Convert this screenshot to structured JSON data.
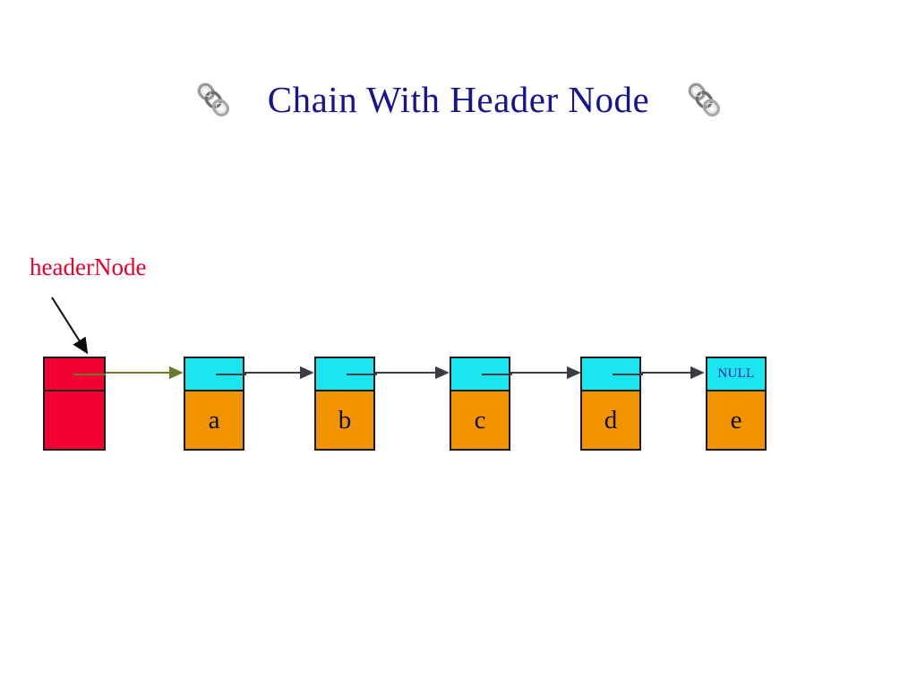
{
  "slide": {
    "title": "Chain With Header Node",
    "title_color": "#151590",
    "background": "#ffffff",
    "decorations": {
      "left_icon": "chain-link-icon",
      "right_icon": "chain-link-icon"
    }
  },
  "annotation": {
    "label": "headerNode",
    "label_color": "#e8002f",
    "pointer": "arrow-pointing-to-header-node"
  },
  "diagram": {
    "type": "singly-linked-list-with-header-node",
    "colors": {
      "header_node_fill": "#f50034",
      "link_field_fill": "#1ae6f0",
      "data_field_fill": "#f29400",
      "border": "#1a1a1a",
      "header_arrow": "#6b7a2a",
      "node_arrow": "#3c3c44",
      "null_text": "#1a1ab0"
    },
    "header_node": {
      "name": "header-node",
      "data_value": "",
      "link_value": ""
    },
    "nodes": [
      {
        "data": "a",
        "link": ""
      },
      {
        "data": "b",
        "link": ""
      },
      {
        "data": "c",
        "link": ""
      },
      {
        "data": "d",
        "link": ""
      },
      {
        "data": "e",
        "link": "NULL"
      }
    ],
    "arrows": [
      {
        "from": "header-node",
        "to": "a",
        "color": "#6b7a2a"
      },
      {
        "from": "a",
        "to": "b",
        "color": "#3c3c44"
      },
      {
        "from": "b",
        "to": "c",
        "color": "#3c3c44"
      },
      {
        "from": "c",
        "to": "d",
        "color": "#3c3c44"
      },
      {
        "from": "d",
        "to": "e",
        "color": "#3c3c44"
      }
    ]
  }
}
